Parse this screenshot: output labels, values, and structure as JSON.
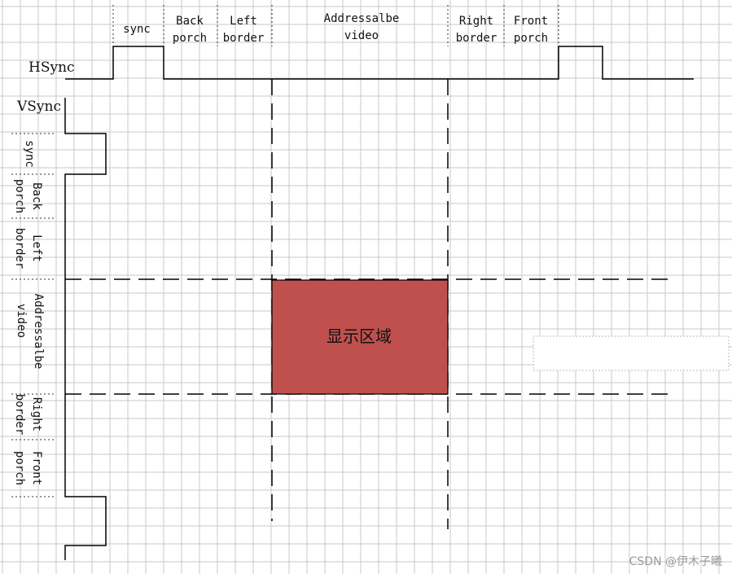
{
  "hsync": {
    "label": "HSync",
    "segments": [
      {
        "key": "sync",
        "lines": [
          "sync"
        ]
      },
      {
        "key": "back-porch",
        "lines": [
          "Back",
          "porch"
        ]
      },
      {
        "key": "left-border",
        "lines": [
          "Left",
          "border"
        ]
      },
      {
        "key": "addressable-video",
        "lines": [
          "Addressalbe",
          "video"
        ]
      },
      {
        "key": "right-border",
        "lines": [
          "Right",
          "border"
        ]
      },
      {
        "key": "front-porch",
        "lines": [
          "Front",
          "porch"
        ]
      }
    ]
  },
  "vsync": {
    "label": "VSync",
    "segments": [
      {
        "key": "sync",
        "lines": [
          "sync"
        ]
      },
      {
        "key": "back-porch",
        "lines": [
          "Back",
          "porch"
        ]
      },
      {
        "key": "left-border",
        "lines": [
          "Left",
          "border"
        ]
      },
      {
        "key": "addressable-video",
        "lines": [
          "Addressalbe",
          "video"
        ]
      },
      {
        "key": "right-border",
        "lines": [
          "Right",
          "border"
        ]
      },
      {
        "key": "front-porch",
        "lines": [
          "Front",
          "porch"
        ]
      }
    ]
  },
  "display_area": {
    "label": "显示区域",
    "color": "#c0504d"
  },
  "watermark": "CSDN @伊木子曦",
  "colors": {
    "grid": "#c8c8c8",
    "line": "#000000"
  }
}
